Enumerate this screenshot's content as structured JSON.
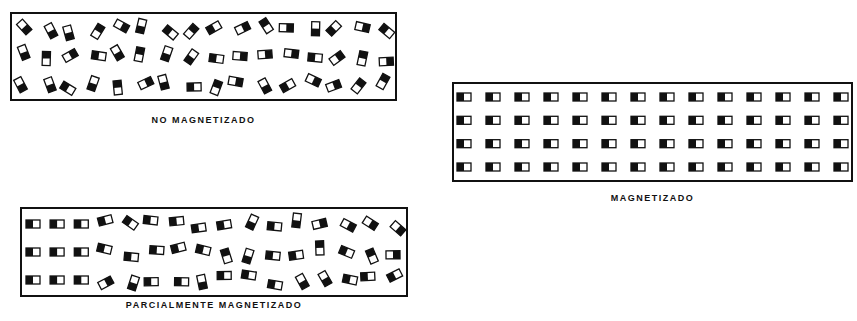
{
  "diagram": {
    "nodes": [
      {
        "text": [
          "NO MAGNETIZADO"
        ]
      },
      {
        "text": [
          "MAGNETIZADO"
        ]
      },
      {
        "text": [
          "PARCIALMENTE MAGNETIZADO"
        ]
      }
    ]
  }
}
